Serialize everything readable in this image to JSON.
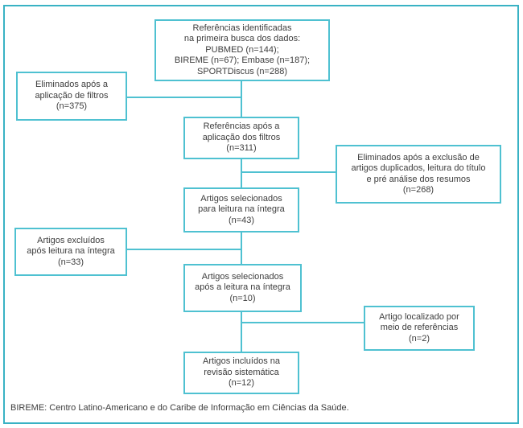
{
  "flowchart": {
    "boxes": [
      {
        "name": "references-identified",
        "lines": [
          "Referências identificadas",
          "na primeira busca dos dados:",
          "PUBMED (n=144);",
          "BIREME (n=67); Embase (n=187);",
          "SPORTDiscus (n=288)"
        ]
      },
      {
        "name": "eliminated-after-filters",
        "lines": [
          "Eliminados após a",
          "aplicação de filtros",
          "(n=375)"
        ]
      },
      {
        "name": "references-after-filters",
        "lines": [
          "Referências após a",
          "aplicação dos filtros",
          "(n=311)"
        ]
      },
      {
        "name": "eliminated-duplicates-title-abstract",
        "lines": [
          "Eliminados após a exclusão de",
          "artigos duplicados, leitura do título",
          "e pré análise dos resumos",
          "(n=268)"
        ]
      },
      {
        "name": "selected-for-full-text-reading",
        "lines": [
          "Artigos selecionados",
          "para leitura na íntegra",
          "(n=43)"
        ]
      },
      {
        "name": "excluded-after-full-text-reading",
        "lines": [
          "Artigos excluídos",
          "após leitura na íntegra",
          "(n=33)"
        ]
      },
      {
        "name": "selected-after-full-text-reading",
        "lines": [
          "Artigos selecionados",
          "após a leitura na íntegra",
          "(n=10)"
        ]
      },
      {
        "name": "located-via-references",
        "lines": [
          "Artigo localizado por",
          "meio de referências",
          "(n=2)"
        ]
      },
      {
        "name": "included-systematic-review",
        "lines": [
          "Artigos incluídos na",
          "revisão sistemática",
          "(n=12)"
        ]
      }
    ],
    "footer_note": "BIREME: Centro Latino-Americano e do Caribe de Informação em Ciências da Saúde.",
    "colors": {
      "box_border": "#4fc1d1",
      "frame_border": "#39b2c4",
      "text": "#3d3d3d"
    }
  }
}
